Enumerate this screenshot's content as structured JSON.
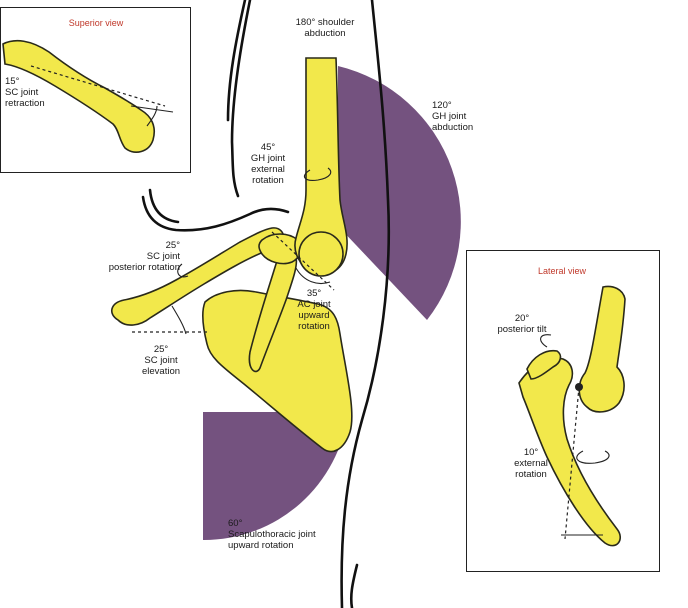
{
  "colors": {
    "bone": "#f2e84b",
    "bone_outline": "#2a2a1a",
    "range_fill": "#74527f",
    "title_red": "#c0392b",
    "body_outline": "#111111"
  },
  "insets": {
    "superior": {
      "title": "Superior view",
      "label": "15°\nSC joint\nretraction"
    },
    "lateral": {
      "title": "Lateral view",
      "tilt": "20°\nposterior tilt",
      "external": "10°\nexternal\nrotation"
    }
  },
  "labels": {
    "shoulder_abduction": "180° shoulder\nabduction",
    "gh_abduction": "120°\nGH joint\nabduction",
    "gh_external_rotation": "45°\nGH joint\nexternal\nrotation",
    "sc_posterior_rotation": "25°\nSC joint\nposterior rotation",
    "ac_upward_rotation": "35°\nAC joint\nupward\nrotation",
    "sc_elevation": "25°\nSC joint\nelevation",
    "scapulothoracic": "60°\nScapulothoracic joint\nupward rotation"
  }
}
